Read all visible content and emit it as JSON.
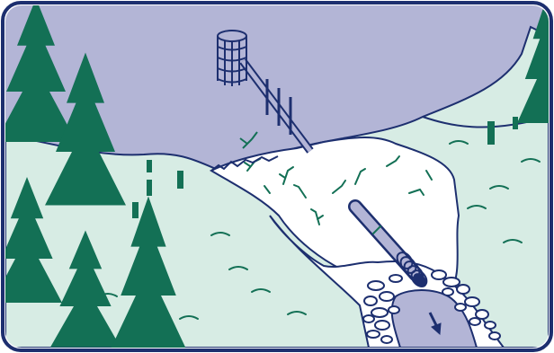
{
  "scene": {
    "colors": {
      "border": "#1d2f6f",
      "sky": "#b3b5d6",
      "hill": "#d7ece4",
      "forest": "#137055",
      "debris": "#ffffff",
      "water": "#b3b5d6",
      "pipe": "#b3b5d6"
    },
    "elements": [
      "pond",
      "caged-intake-riser",
      "outlet-pipe",
      "woody-debris-embankment",
      "rock-riprap-outlet",
      "flow-direction-arrow",
      "conifer-trees",
      "tree-stumps"
    ]
  }
}
